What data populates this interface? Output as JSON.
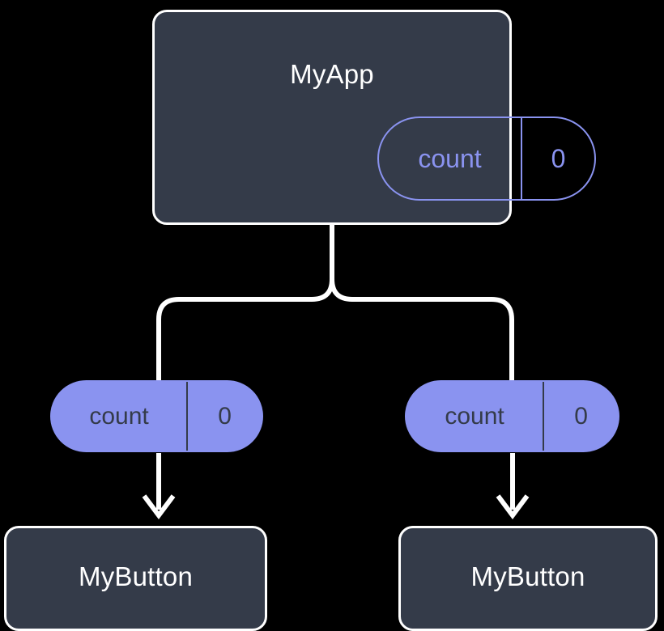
{
  "diagram": {
    "type": "component-tree",
    "background_color": "#000000",
    "theme": {
      "box_fill": "#343b49",
      "box_border": "#ffffff",
      "box_text": "#ffffff",
      "accent": "#8a93f0",
      "edge_color": "#ffffff"
    },
    "root": {
      "name": "node-myapp",
      "label": "MyApp",
      "state": {
        "key": "count",
        "value": "0"
      }
    },
    "children": [
      {
        "name": "node-mybutton-left",
        "label": "MyButton",
        "props": {
          "key": "count",
          "value": "0"
        }
      },
      {
        "name": "node-mybutton-right",
        "label": "MyButton",
        "props": {
          "key": "count",
          "value": "0"
        }
      }
    ],
    "edges": [
      {
        "name": "edge-myapp-to-left-props",
        "style": "elbow-rounded",
        "arrow": false
      },
      {
        "name": "edge-myapp-to-right-props",
        "style": "elbow-rounded",
        "arrow": false
      },
      {
        "name": "edge-left-props-to-mybutton",
        "style": "straight",
        "arrow": true
      },
      {
        "name": "edge-right-props-to-mybutton",
        "style": "straight",
        "arrow": true
      }
    ]
  }
}
